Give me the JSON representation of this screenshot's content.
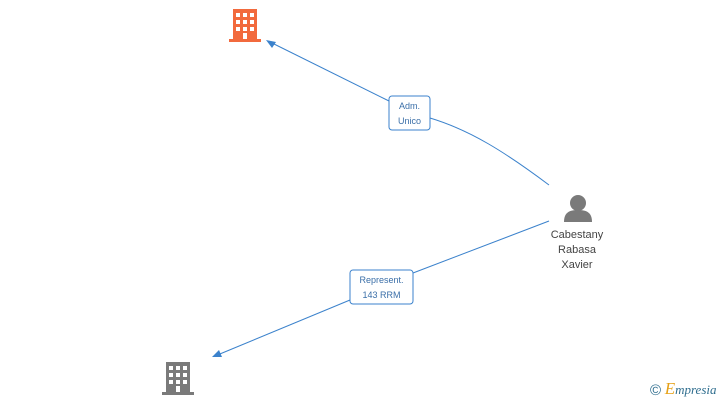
{
  "nodes": {
    "company_top": {
      "icon": "building-icon",
      "color": "#f26a3d"
    },
    "company_bottom": {
      "icon": "building-icon",
      "color": "#7a7a7a"
    },
    "person": {
      "icon": "person-icon",
      "color": "#7a7a7a",
      "name_lines": [
        "Cabestany",
        "Rabasa",
        "Xavier"
      ]
    }
  },
  "edges": [
    {
      "label_lines": [
        "Adm.",
        "Unico"
      ],
      "from": "person",
      "to": "company_top"
    },
    {
      "label_lines": [
        "Represent.",
        "143 RRM"
      ],
      "from": "person",
      "to": "company_bottom"
    }
  ],
  "watermark": {
    "copyright_symbol": "©",
    "brand_first_letter": "E",
    "brand_rest": "mpresia"
  },
  "colors": {
    "edge": "#3b82cc",
    "accent": "#f26a3d",
    "neutral": "#7a7a7a"
  }
}
